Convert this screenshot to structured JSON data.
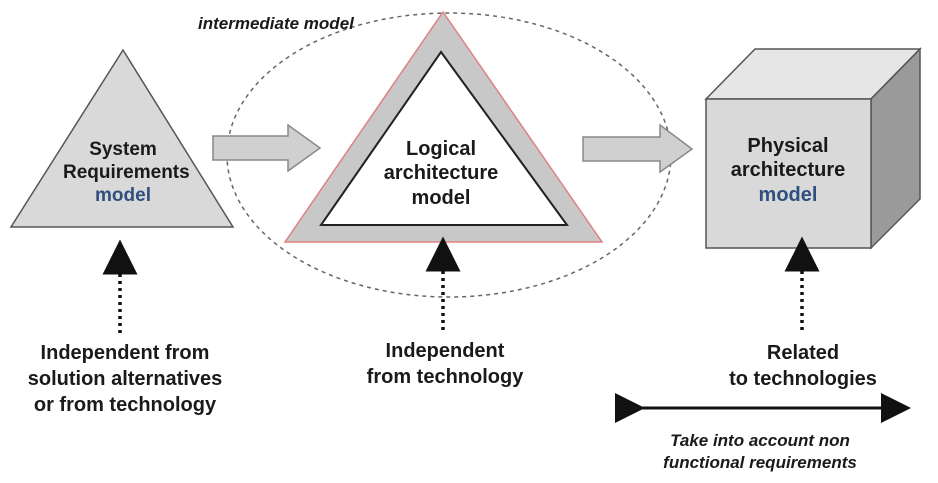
{
  "colors": {
    "shape_fill": "#d9d9d9",
    "stroke": "#555555",
    "accent_text": "#2f4f7f",
    "triangle_border": "#e08080",
    "arrow_fill": "#d0d0d0",
    "cube_side": "#9a9a9a",
    "cube_top": "#e6e6e6"
  },
  "intermediate": {
    "label": "intermediate model"
  },
  "system": {
    "line1": "System",
    "line2": "Requirements",
    "model": "model"
  },
  "logical": {
    "line1": "Logical",
    "line2": "architecture",
    "line3": "model"
  },
  "physical": {
    "line1": "Physical",
    "line2": "architecture",
    "model": "model"
  },
  "notes": {
    "left": {
      "line1": "Independent from",
      "line2": "solution alternatives",
      "line3": "or from technology"
    },
    "middle": {
      "line1": "Independent",
      "line2": "from technology"
    },
    "right": {
      "line1": "Related",
      "line2": "to technologies"
    }
  },
  "range_note": {
    "line1": "Take into account non",
    "line2": "functional requirements"
  }
}
